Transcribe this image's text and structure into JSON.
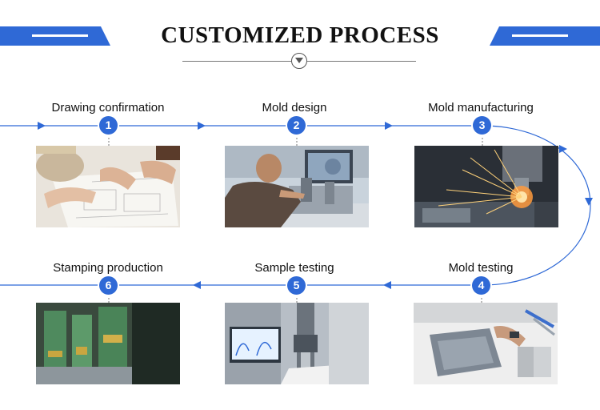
{
  "title": "CUSTOMIZED PROCESS",
  "colors": {
    "accent": "#2f69d6",
    "ribbon": "#2f69d6",
    "text": "#111111",
    "divider": "#777777"
  },
  "icons": {
    "divider_badge": "chevron-down-icon",
    "flow_arrow": "arrow-right-icon"
  },
  "steps": [
    {
      "number": "1",
      "label": "Drawing confirmation",
      "photo": "drawing-review-photo"
    },
    {
      "number": "2",
      "label": "Mold design",
      "photo": "mold-design-photo"
    },
    {
      "number": "3",
      "label": "Mold manufacturing",
      "photo": "mold-manufacturing-photo"
    },
    {
      "number": "4",
      "label": "Mold testing",
      "photo": "mold-testing-photo"
    },
    {
      "number": "5",
      "label": "Sample testing",
      "photo": "sample-testing-photo"
    },
    {
      "number": "6",
      "label": "Stamping production",
      "photo": "stamping-production-photo"
    }
  ]
}
